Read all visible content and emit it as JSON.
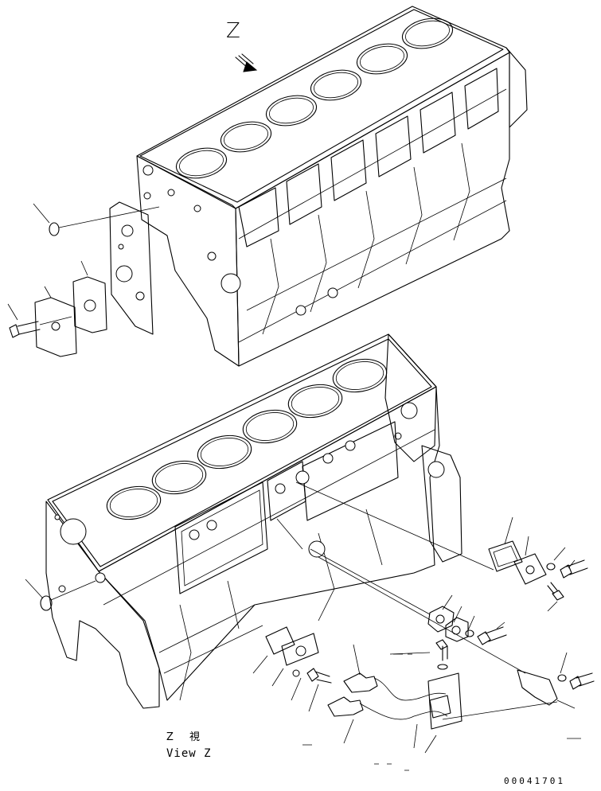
{
  "labels": {
    "view_letter": "Z",
    "view_kanji": "Z 視",
    "view_label": "View Z",
    "drawing_number": "00041701"
  },
  "icons": {
    "view-arrow": "view-direction-arrow-icon"
  }
}
